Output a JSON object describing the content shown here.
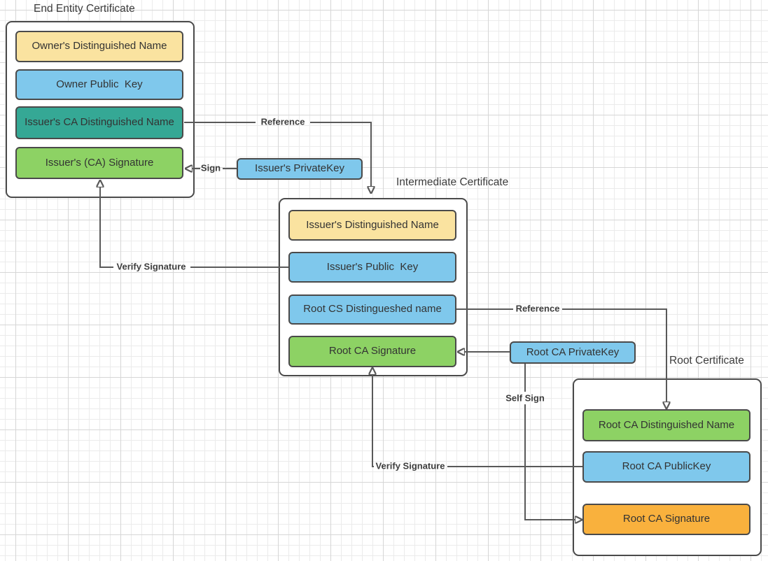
{
  "colors": {
    "yellow": "#FAE3A0",
    "blue": "#7FC8EC",
    "teal": "#35A895",
    "green": "#8DD264",
    "orange": "#F9B13D",
    "box_stroke": "#4A4A4A",
    "arrow_stroke": "#595959",
    "grid_minor": "#EBEBEB",
    "grid_major": "#D6D6D6"
  },
  "end_entity": {
    "title": "End Entity Certificate",
    "fields": [
      {
        "label": "Owner's Distinguished Name",
        "color": "#FAE3A0"
      },
      {
        "label": "Owner Public  Key",
        "color": "#7FC8EC"
      },
      {
        "label": "Issuer's CA Distinguished Name",
        "color": "#35A895"
      },
      {
        "label": "Issuer's (CA) Signature",
        "color": "#8DD264"
      }
    ]
  },
  "intermediate": {
    "title": "Intermediate Certificate",
    "fields": [
      {
        "label": "Issuer's Distinguished Name",
        "color": "#FAE3A0"
      },
      {
        "label": "Issuer's Public  Key",
        "color": "#7FC8EC"
      },
      {
        "label": "Root CS Distingueshed name",
        "color": "#7FC8EC"
      },
      {
        "label": "Root CA Signature",
        "color": "#8DD264"
      }
    ]
  },
  "root": {
    "title": "Root Certificate",
    "fields": [
      {
        "label": "Root CA Distinguished Name",
        "color": "#8DD264"
      },
      {
        "label": "Root CA PublicKey",
        "color": "#7FC8EC"
      },
      {
        "label": "Root CA Signature",
        "color": "#F9B13D"
      }
    ]
  },
  "keys": {
    "issuer_private_key": {
      "label": "Issuer's PrivateKey",
      "color": "#7FC8EC"
    },
    "root_ca_private_key": {
      "label": "Root CA PrivateKey",
      "color": "#7FC8EC"
    }
  },
  "arrow_labels": {
    "reference_top": "Reference",
    "sign": "Sign",
    "verify_signature_left": "Verify Signature",
    "reference_right": "Reference",
    "self_sign": "Self Sign",
    "verify_signature_bottom": "Verify Signature"
  }
}
